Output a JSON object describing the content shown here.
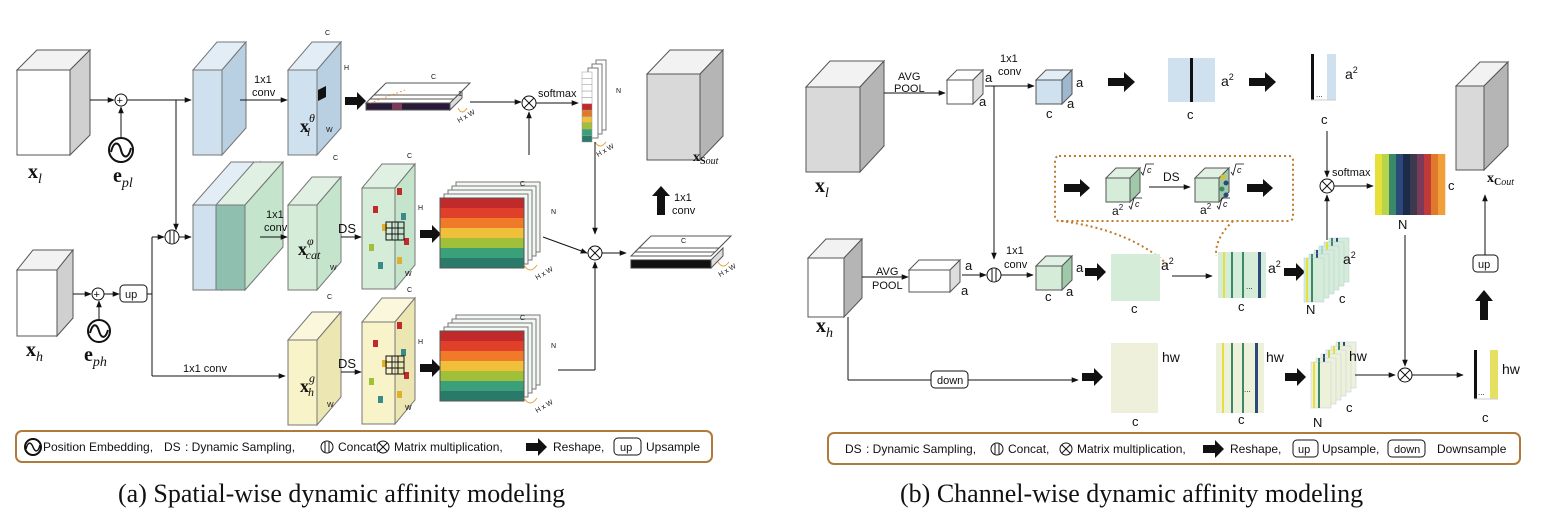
{
  "captions": {
    "a": "(a) Spatial-wise dynamic affinity modeling",
    "b": "(b) Channel-wise dynamic affinity modeling"
  },
  "a": {
    "inputs": {
      "xl": {
        "main": "x",
        "sub": "l"
      },
      "xh": {
        "main": "x",
        "sub": "h"
      },
      "epl": {
        "main": "e",
        "sub": "pl"
      },
      "eph": {
        "main": "e",
        "sub": "ph"
      }
    },
    "up_label": "up",
    "conv_top": [
      "1x1",
      "conv"
    ],
    "conv_mid": [
      "1x1",
      "conv"
    ],
    "conv_bottom": "1x1 conv",
    "conv_right": [
      "1x1",
      "conv"
    ],
    "ds": "DS",
    "softmax": "softmax",
    "theta": {
      "main": "x",
      "sup": "θ",
      "sub": "l"
    },
    "phi": {
      "main": "x",
      "sup": "φ",
      "sub": "cat"
    },
    "g": {
      "main": "x",
      "sup": "g",
      "sub": "h"
    },
    "out": {
      "main": "x",
      "sub": "S",
      "sub2": "out"
    },
    "dims": {
      "c": "C",
      "h": "H",
      "w": "W",
      "n": "N",
      "hw": "H x W",
      "one": "1"
    },
    "legend": {
      "pe": "Position Embedding,",
      "ds_key": "DS",
      "ds": ": Dynamic Sampling,",
      "concat": "Concat,",
      "matmul": "Matrix multiplication,",
      "reshape": "Reshape,",
      "up_key": "up",
      "up": "Upsample"
    }
  },
  "b": {
    "inputs": {
      "xl": {
        "main": "x",
        "sub": "l"
      },
      "xh": {
        "main": "x",
        "sub": "h"
      }
    },
    "avg_pool": [
      "AVG",
      "POOL"
    ],
    "conv": [
      "1x1",
      "conv"
    ],
    "ds": "DS",
    "softmax": "softmax",
    "down": "down",
    "up": "up",
    "labels": {
      "a": "a",
      "a2": "a",
      "two": "2",
      "c": "c",
      "N": "N",
      "hw": "hw",
      "sqrt_c": "c",
      "dots": "..."
    },
    "out": {
      "main": "x",
      "sub": "C",
      "sub2": "out"
    },
    "legend": {
      "ds_key": "DS",
      "ds": ": Dynamic Sampling,",
      "concat": "Concat,",
      "matmul": "Matrix multiplication,",
      "reshape": "Reshape,",
      "up_key": "up",
      "up": "Upsample,",
      "down_key": "down",
      "down": "Downsample"
    }
  },
  "colors": {
    "blue": "#cfe0ee",
    "green": "#d4ecd8",
    "yellow": "#f8f3c8",
    "gray": "#d9d9d9",
    "legend_border": "#b07a3a",
    "dotted": "#c07a2a",
    "stripes": [
      "#e6e03a",
      "#b8d44a",
      "#3a8a6a",
      "#2a4a7a",
      "#1e2a4a",
      "#3a3a4a",
      "#7a3a5a",
      "#c03a3a",
      "#e07a2a",
      "#f0a03a"
    ],
    "heat": [
      "#c02a2a",
      "#e0402a",
      "#f07a2a",
      "#f0c03a",
      "#a0c03a",
      "#3aa07a",
      "#2a7a6a"
    ]
  }
}
